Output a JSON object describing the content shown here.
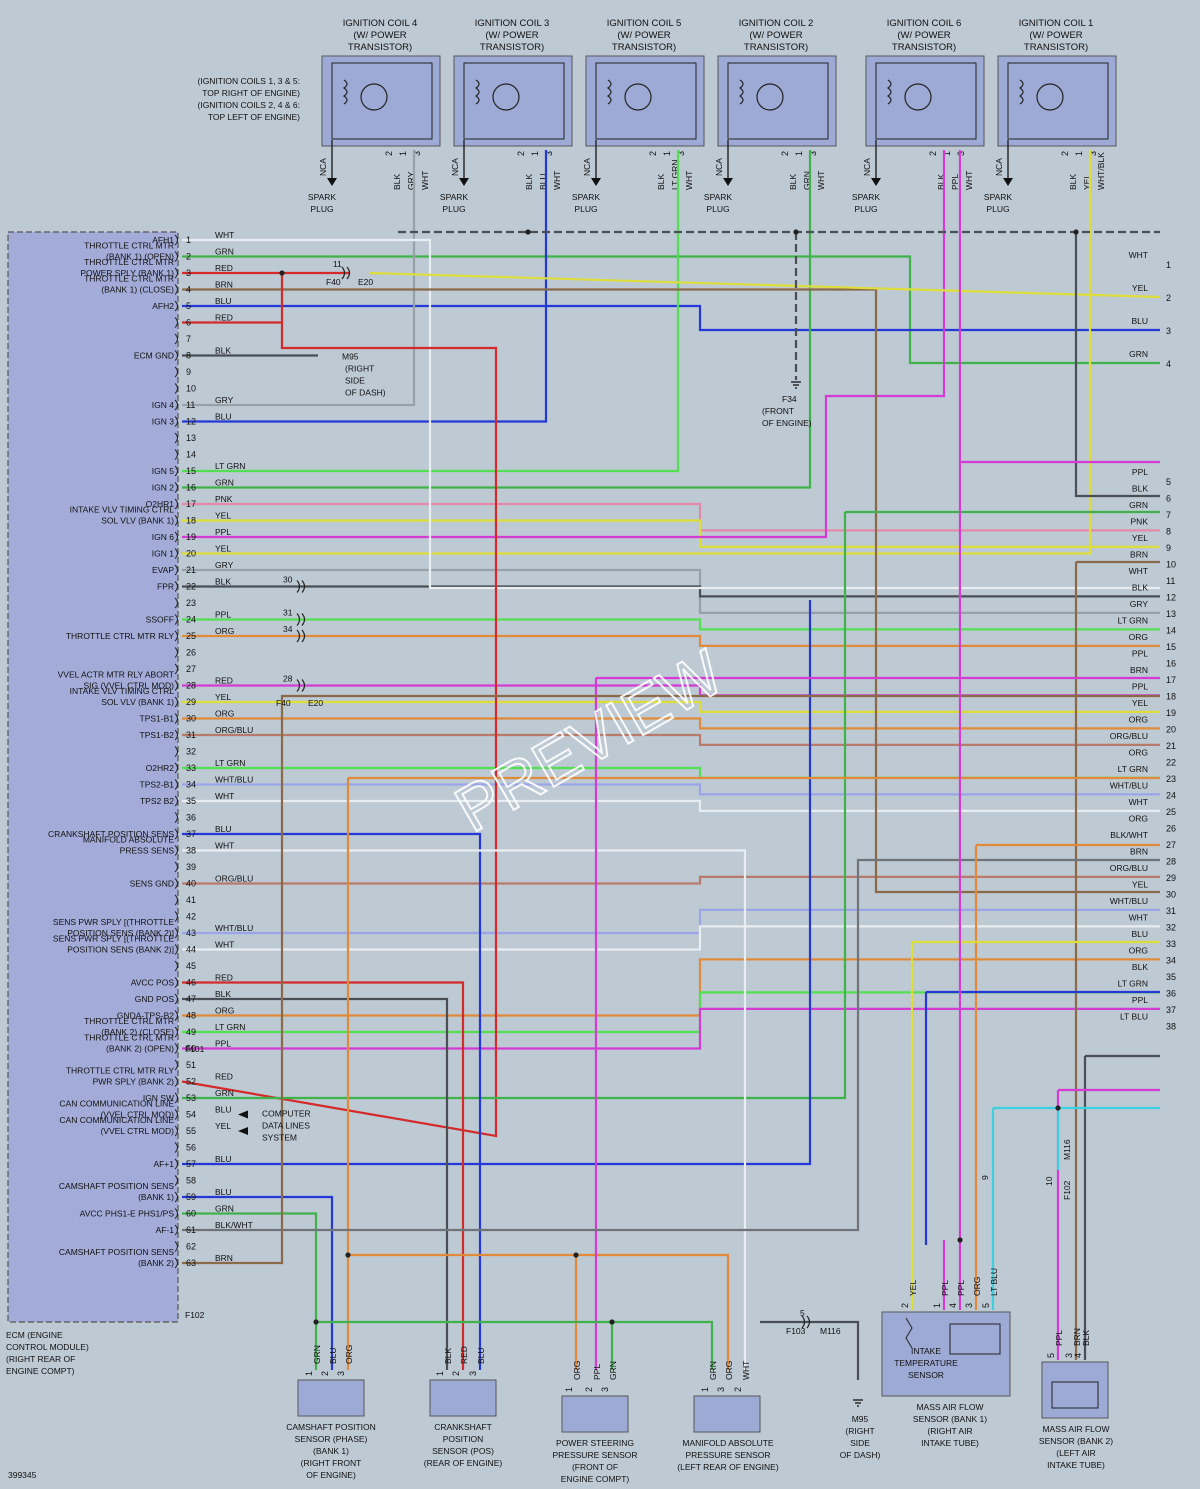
{
  "colors": {
    "WHT": "#e8edf1",
    "GRN": "#3fb34a",
    "RED": "#d42a2a",
    "BRN": "#8a6a48",
    "BLU": "#2438d8",
    "BLK": "#4a4f55",
    "GRY": "#99a1a8",
    "LT GRN": "#52e052",
    "PNK": "#e489a8",
    "YEL": "#dede3a",
    "PPL": "#d43ad4",
    "ORG": "#e08a3a",
    "ORG/BLU": "#b87a6a",
    "WHT/BLU": "#9aa6e8",
    "BLK/WHT": "#6f7478",
    "LT BLU": "#3cd0e0",
    "WHT/BLK": "#d6d6b4"
  },
  "ecm": {
    "title_lines": [
      "ECM (ENGINE",
      "CONTROL MODULE)",
      "(RIGHT REAR OF",
      "ENGINE COMPT)"
    ],
    "connectors": [
      "F101",
      "F102"
    ],
    "pins": [
      {
        "n": "1",
        "color": "WHT",
        "func": "AFH1"
      },
      {
        "n": "2",
        "color": "GRN",
        "func": "THROTTLE CTRL MTR|(BANK 1) (OPEN)"
      },
      {
        "n": "3",
        "color": "RED",
        "func": "THROTTLE CTRL MTR|POWER SPLY (BANK 1)"
      },
      {
        "n": "4",
        "color": "BRN",
        "func": "THROTTLE CTRL MTR|(BANK 1) (CLOSE)"
      },
      {
        "n": "5",
        "color": "BLU",
        "func": "AFH2"
      },
      {
        "n": "6",
        "color": "RED",
        "func": ""
      },
      {
        "n": "7",
        "color": "",
        "func": ""
      },
      {
        "n": "8",
        "color": "BLK",
        "func": "ECM GND"
      },
      {
        "n": "9",
        "color": "",
        "func": ""
      },
      {
        "n": "10",
        "color": "",
        "func": ""
      },
      {
        "n": "11",
        "color": "GRY",
        "func": "IGN 4"
      },
      {
        "n": "12",
        "color": "BLU",
        "func": "IGN 3"
      },
      {
        "n": "13",
        "color": "",
        "func": ""
      },
      {
        "n": "14",
        "color": "",
        "func": ""
      },
      {
        "n": "15",
        "color": "LT GRN",
        "func": "IGN 5"
      },
      {
        "n": "16",
        "color": "GRN",
        "func": "IGN 2"
      },
      {
        "n": "17",
        "color": "PNK",
        "func": "O2HR1"
      },
      {
        "n": "18",
        "color": "YEL",
        "func": "INTAKE VLV TIMING CTRL|SOL VLV (BANK 1)"
      },
      {
        "n": "19",
        "color": "PPL",
        "func": "IGN 6"
      },
      {
        "n": "20",
        "color": "YEL",
        "func": "IGN 1"
      },
      {
        "n": "21",
        "color": "GRY",
        "func": "EVAP"
      },
      {
        "n": "22",
        "color": "BLK",
        "func": "FPR"
      },
      {
        "n": "23",
        "color": "",
        "func": ""
      },
      {
        "n": "24",
        "color": "PPL",
        "func": "SSOFF"
      },
      {
        "n": "25",
        "color": "ORG",
        "func": "THROTTLE CTRL MTR RLY"
      },
      {
        "n": "26",
        "color": "",
        "func": ""
      },
      {
        "n": "27",
        "color": "",
        "func": ""
      },
      {
        "n": "28",
        "color": "RED",
        "func": "VVEL ACTR MTR RLY ABORT|SIG (VVEL CTRL MOD)"
      },
      {
        "n": "29",
        "color": "YEL",
        "func": "INTAKE VLV TIMING CTRL|SOL VLV (BANK 1)"
      },
      {
        "n": "30",
        "color": "ORG",
        "func": "TPS1-B1"
      },
      {
        "n": "31",
        "color": "ORG/BLU",
        "func": "TPS1-B2"
      },
      {
        "n": "32",
        "color": "",
        "func": ""
      },
      {
        "n": "33",
        "color": "LT GRN",
        "func": "O2HR2"
      },
      {
        "n": "34",
        "color": "WHT/BLU",
        "func": "TPS2-B1"
      },
      {
        "n": "35",
        "color": "WHT",
        "func": "TPS2 B2"
      },
      {
        "n": "36",
        "color": "",
        "func": ""
      },
      {
        "n": "37",
        "color": "BLU",
        "func": "CRANKSHAFT POSITION SENS"
      },
      {
        "n": "38",
        "color": "WHT",
        "func": "MANIFOLD ABSOLUTE|PRESS SENS"
      },
      {
        "n": "39",
        "color": "",
        "func": ""
      },
      {
        "n": "40",
        "color": "ORG/BLU",
        "func": "SENS GND"
      },
      {
        "n": "41",
        "color": "",
        "func": ""
      },
      {
        "n": "42",
        "color": "",
        "func": ""
      },
      {
        "n": "43",
        "color": "WHT/BLU",
        "func": "SENS PWR SPLY [(THROTTLE|POSITION SENS (BANK 2)]"
      },
      {
        "n": "44",
        "color": "WHT",
        "func": "SENS PWR SPLY [(THROTTLE|POSITION SENS (BANK 2)]"
      },
      {
        "n": "45",
        "color": "",
        "func": ""
      },
      {
        "n": "46",
        "color": "RED",
        "func": "AVCC POS"
      },
      {
        "n": "47",
        "color": "BLK",
        "func": "GND POS"
      },
      {
        "n": "48",
        "color": "ORG",
        "func": "GNDA-TPS-B2"
      },
      {
        "n": "49",
        "color": "LT GRN",
        "func": "THROTTLE CTRL MTR|(BANK 2) (CLOSE)"
      },
      {
        "n": "50",
        "color": "PPL",
        "func": "THROTTLE CTRL MTR|(BANK 2) (OPEN)"
      },
      {
        "n": "51",
        "color": "",
        "func": ""
      },
      {
        "n": "52",
        "color": "RED",
        "func": "THROTTLE CTRL MTR RLY|PWR SPLY (BANK 2)"
      },
      {
        "n": "53",
        "color": "GRN",
        "func": "IGN SW"
      },
      {
        "n": "54",
        "color": "BLU",
        "func": "CAN COMMUNICATION LINE|(VVEL CTRL MOD)"
      },
      {
        "n": "55",
        "color": "YEL",
        "func": "CAN COMMUNICATION LINE|(VVEL CTRL MOD)"
      },
      {
        "n": "56",
        "color": "",
        "func": ""
      },
      {
        "n": "57",
        "color": "BLU",
        "func": "AF+1"
      },
      {
        "n": "58",
        "color": "",
        "func": ""
      },
      {
        "n": "59",
        "color": "BLU",
        "func": "CAMSHAFT POSITION SENS|(BANK 1)"
      },
      {
        "n": "60",
        "color": "GRN",
        "func": "AVCC PHS1-E PHS1/PS"
      },
      {
        "n": "61",
        "color": "BLK/WHT",
        "func": "AF-1"
      },
      {
        "n": "62",
        "color": "",
        "func": ""
      },
      {
        "n": "63",
        "color": "BRN",
        "func": "CAMSHAFT POSITION SENS|(BANK 2)"
      }
    ]
  },
  "coils": [
    {
      "title": [
        "IGNITION COIL 4",
        "(W/ POWER",
        "TRANSISTOR)"
      ],
      "pins": [
        "2",
        "1",
        "3"
      ],
      "wires": [
        "BLK",
        "GRY",
        "WHT"
      ],
      "nca": "NCA",
      "plug": [
        "SPARK",
        "PLUG"
      ]
    },
    {
      "title": [
        "IGNITION COIL 3",
        "(W/ POWER",
        "TRANSISTOR)"
      ],
      "pins": [
        "2",
        "1",
        "3"
      ],
      "wires": [
        "BLK",
        "BLU",
        "WHT"
      ],
      "nca": "NCA",
      "plug": [
        "SPARK",
        "PLUG"
      ]
    },
    {
      "title": [
        "IGNITION COIL 5",
        "(W/ POWER",
        "TRANSISTOR)"
      ],
      "pins": [
        "2",
        "1",
        "3"
      ],
      "wires": [
        "BLK",
        "LT GRN",
        "WHT"
      ],
      "nca": "NCA",
      "plug": [
        "SPARK",
        "PLUG"
      ]
    },
    {
      "title": [
        "IGNITION COIL 2",
        "(W/ POWER",
        "TRANSISTOR)"
      ],
      "pins": [
        "2",
        "1",
        "3"
      ],
      "wires": [
        "BLK",
        "GRN",
        "WHT"
      ],
      "nca": "NCA",
      "plug": [
        "SPARK",
        "PLUG"
      ]
    },
    {
      "title": [
        "IGNITION COIL 6",
        "(W/ POWER",
        "TRANSISTOR)"
      ],
      "pins": [
        "2",
        "1",
        "3"
      ],
      "wires": [
        "BLK",
        "PPL",
        "WHT"
      ],
      "nca": "NCA",
      "plug": [
        "SPARK",
        "PLUG"
      ]
    },
    {
      "title": [
        "IGNITION COIL 1",
        "(W/ POWER",
        "TRANSISTOR)"
      ],
      "pins": [
        "2",
        "1",
        "3"
      ],
      "wires": [
        "BLK",
        "YEL",
        "WHT/BLK"
      ],
      "nca": "NCA",
      "plug": [
        "SPARK",
        "PLUG"
      ]
    }
  ],
  "coil_note": [
    "(IGNITION COILS 1, 3 & 5:",
    "TOP RIGHT OF ENGINE)",
    "(IGNITION COILS 2, 4 & 6:",
    "TOP LEFT OF ENGINE)"
  ],
  "right_terminals": [
    {
      "n": "1",
      "color": "WHT"
    },
    {
      "n": "2",
      "color": "YEL"
    },
    {
      "n": "3",
      "color": "BLU"
    },
    {
      "n": "4",
      "color": "GRN"
    },
    {
      "n": "5",
      "color": "PPL"
    },
    {
      "n": "6",
      "color": "BLK"
    },
    {
      "n": "7",
      "color": "GRN"
    },
    {
      "n": "8",
      "color": "PNK"
    },
    {
      "n": "9",
      "color": "YEL"
    },
    {
      "n": "10",
      "color": "BRN"
    },
    {
      "n": "11",
      "color": "WHT"
    },
    {
      "n": "12",
      "color": "BLK"
    },
    {
      "n": "13",
      "color": "GRY"
    },
    {
      "n": "14",
      "color": "LT GRN"
    },
    {
      "n": "15",
      "color": "ORG"
    },
    {
      "n": "16",
      "color": "PPL"
    },
    {
      "n": "17",
      "color": "BRN"
    },
    {
      "n": "18",
      "color": "PPL"
    },
    {
      "n": "19",
      "color": "YEL"
    },
    {
      "n": "20",
      "color": "ORG"
    },
    {
      "n": "21",
      "color": "ORG/BLU"
    },
    {
      "n": "22",
      "color": "ORG"
    },
    {
      "n": "23",
      "color": "LT GRN"
    },
    {
      "n": "24",
      "color": "WHT/BLU"
    },
    {
      "n": "25",
      "color": "WHT"
    },
    {
      "n": "26",
      "color": "ORG"
    },
    {
      "n": "27",
      "color": "BLK/WHT"
    },
    {
      "n": "28",
      "color": "BRN"
    },
    {
      "n": "29",
      "color": "ORG/BLU"
    },
    {
      "n": "30",
      "color": "YEL"
    },
    {
      "n": "31",
      "color": "WHT/BLU"
    },
    {
      "n": "32",
      "color": "WHT"
    },
    {
      "n": "33",
      "color": "BLU"
    },
    {
      "n": "34",
      "color": "ORG"
    },
    {
      "n": "35",
      "color": "BLK"
    },
    {
      "n": "36",
      "color": "LT GRN"
    },
    {
      "n": "37",
      "color": "PPL"
    },
    {
      "n": "38",
      "color": "LT BLU"
    }
  ],
  "inline_connectors": {
    "f40": "F40",
    "e20": "E20",
    "m95": "M95",
    "f34": "F34",
    "f103": "F103",
    "m116": "M116",
    "f102": "F102",
    "c11": "11",
    "c30": "30",
    "c31": "31",
    "c34": "34",
    "c28": "28",
    "c5": "5",
    "c9": "9",
    "c10": "10"
  },
  "ground_notes": {
    "m95_right_dash": [
      "(RIGHT",
      "SIDE",
      "OF DASH)"
    ],
    "f34_front_engine": [
      "(FRONT",
      "OF ENGINE)"
    ],
    "m95_bottom": [
      "M95",
      "(RIGHT",
      "SIDE",
      "OF DASH)"
    ]
  },
  "computer_data": [
    "COMPUTER",
    "DATA LINES",
    "SYSTEM"
  ],
  "sensors": {
    "cmp": {
      "title": [
        "CAMSHAFT POSITION",
        "SENSOR (PHASE)",
        "(BANK 1)",
        "(RIGHT FRONT",
        "OF ENGINE)"
      ],
      "pins": [
        "1",
        "2",
        "3"
      ],
      "wires": [
        "GRN",
        "BLU",
        "ORG"
      ]
    },
    "ckp": {
      "title": [
        "CRANKSHAFT",
        "POSITION",
        "SENSOR (POS)",
        "(REAR OF ENGINE)"
      ],
      "pins": [
        "1",
        "2",
        "3"
      ],
      "wires": [
        "BLK",
        "RED",
        "BLU"
      ]
    },
    "ps": {
      "title": [
        "POWER STEERING",
        "PRESSURE SENSOR",
        "(FRONT OF",
        "ENGINE COMPT)"
      ],
      "pins": [
        "1",
        "2",
        "3"
      ],
      "wires": [
        "ORG",
        "PPL",
        "GRN"
      ]
    },
    "map": {
      "title": [
        "MANIFOLD ABSOLUTE",
        "PRESSURE SENSOR",
        "(LEFT REAR OF ENGINE)"
      ],
      "pins": [
        "1",
        "3",
        "2"
      ],
      "wires": [
        "GRN",
        "ORG",
        "WHT"
      ]
    },
    "maf1": {
      "title": [
        "MASS AIR FLOW",
        "SENSOR (BANK 1)",
        "(RIGHT AIR",
        "INTAKE TUBE)"
      ],
      "inner": [
        "INTAKE",
        "TEMPERATURE",
        "SENSOR"
      ],
      "pins": [
        "2",
        "1",
        "4",
        "3",
        "5"
      ],
      "wires": [
        "YEL",
        "PPL",
        "PPL",
        "ORG",
        "LT BLU"
      ]
    },
    "maf2": {
      "title": [
        "MASS AIR FLOW",
        "SENSOR (BANK 2)",
        "(LEFT AIR",
        "INTAKE TUBE)"
      ],
      "pins": [
        "5",
        "3",
        "4"
      ],
      "wires": [
        "PPL",
        "BRN",
        "BLK"
      ]
    }
  },
  "watermark": "PREVIEW",
  "doc_id": "399345"
}
